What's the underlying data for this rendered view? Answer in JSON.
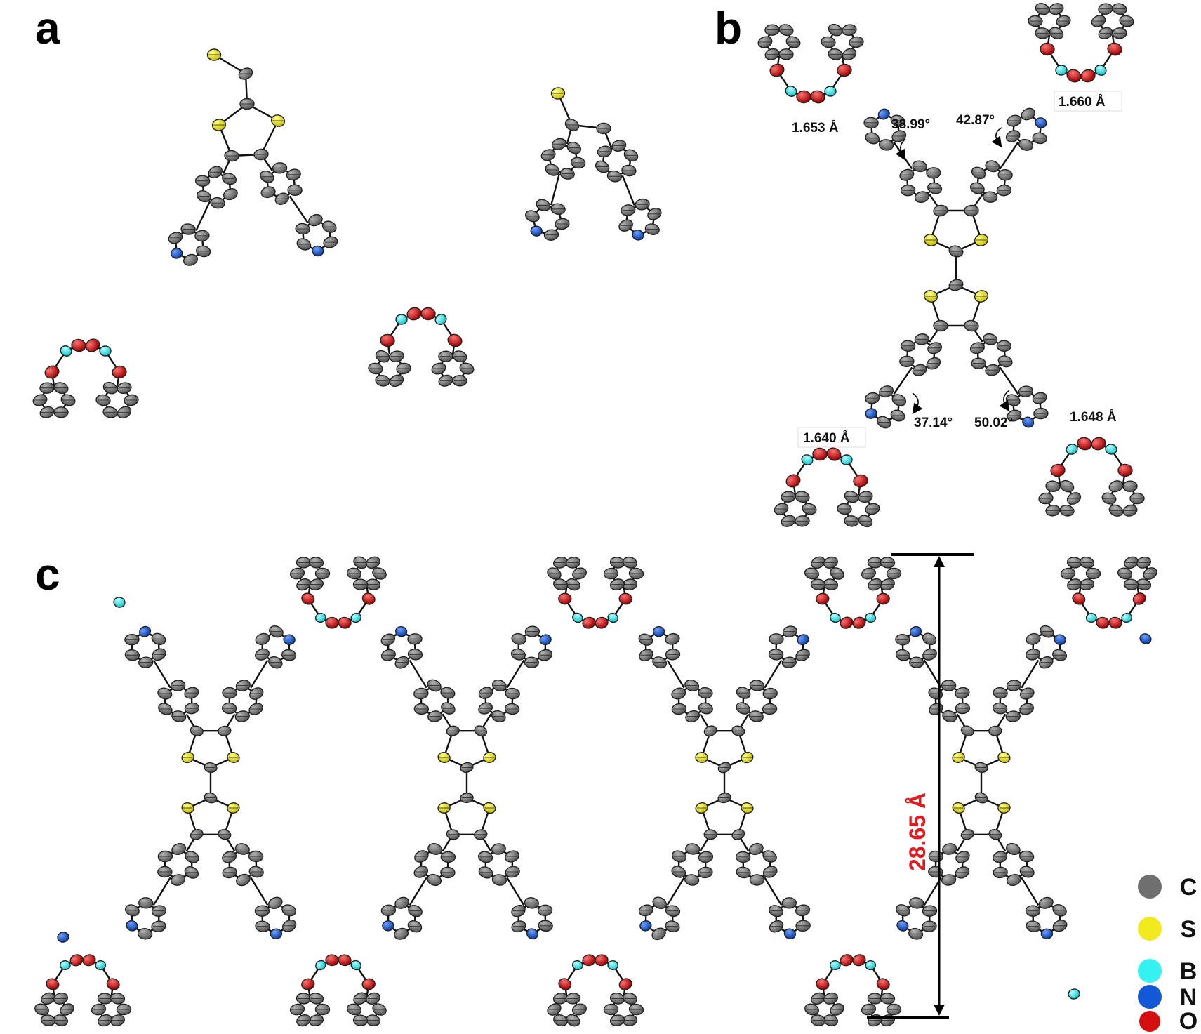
{
  "panels": {
    "a": "a",
    "b": "b",
    "c": "c"
  },
  "colors": {
    "C": "#6f6f6f",
    "S": "#f2ea1e",
    "B": "#35f2f2",
    "N": "#1358d6",
    "O": "#d40f0f",
    "dimension": "#e3191c"
  },
  "measurements": {
    "bond_top_left": "1.653 Å",
    "angle_top_left": "38.99°",
    "angle_top_right": "42.87°",
    "bond_top_right": "1.660 Å",
    "bond_bottom_left": "1.640 Å",
    "angle_bottom_left": "37.14°",
    "angle_bottom_right": "50.02°",
    "bond_bottom_right": "1.648 Å"
  },
  "dimension_label": "28.65 Å",
  "legend": [
    {
      "label": "C",
      "color": "#6f6f6f"
    },
    {
      "label": "S",
      "color": "#f2ea1e"
    },
    {
      "label": "B",
      "color": "#35f2f2"
    },
    {
      "label": "N",
      "color": "#1358d6"
    },
    {
      "label": "O",
      "color": "#d40f0f"
    }
  ]
}
